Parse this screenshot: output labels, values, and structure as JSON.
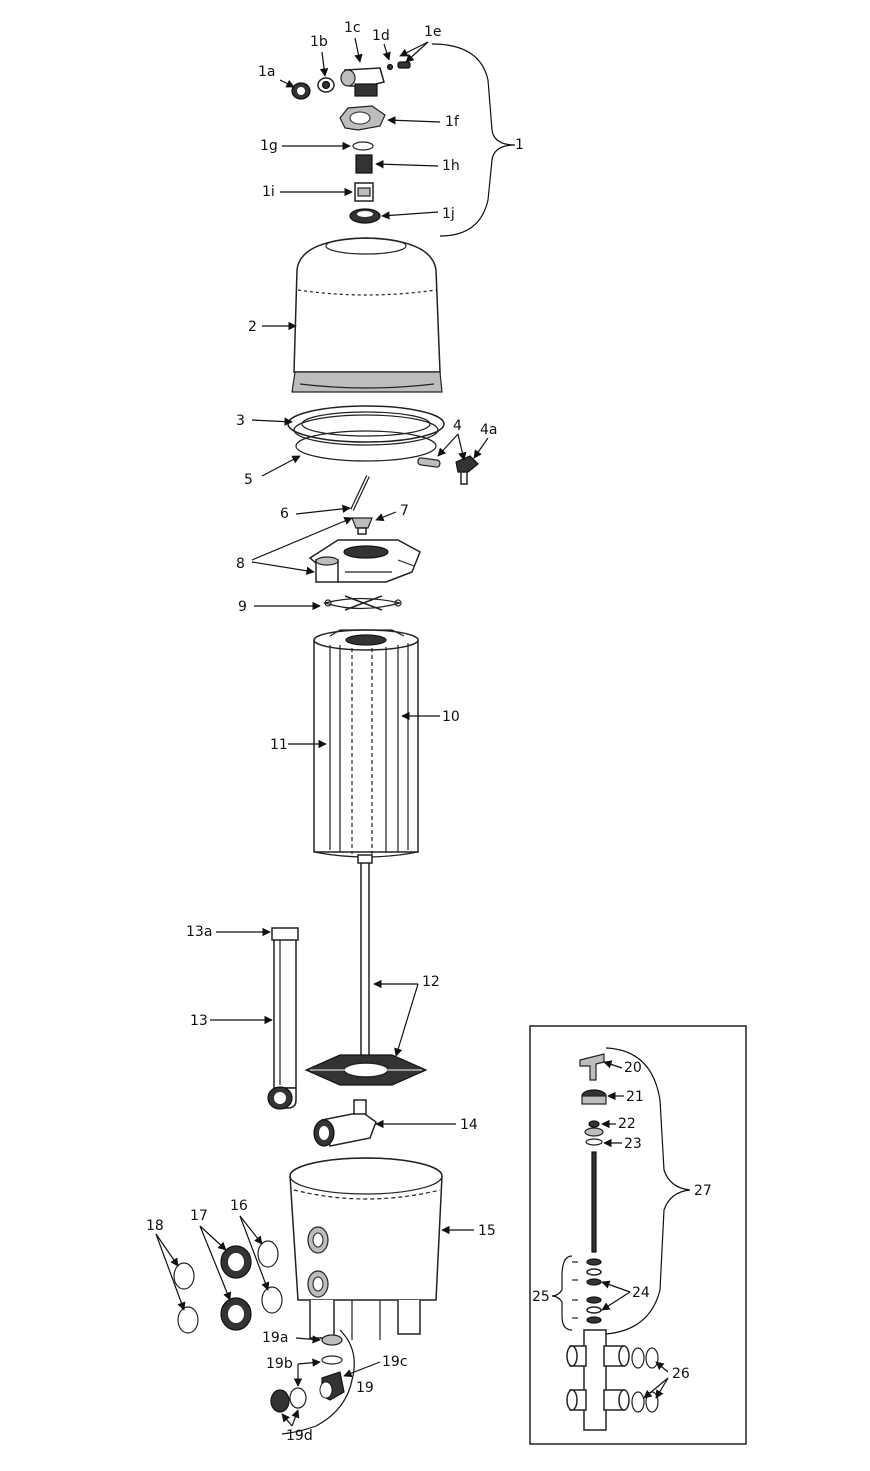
{
  "labels": {
    "l1": "1",
    "l1a": "1a",
    "l1b": "1b",
    "l1c": "1c",
    "l1d": "1d",
    "l1e": "1e",
    "l1f": "1f",
    "l1g": "1g",
    "l1h": "1h",
    "l1i": "1i",
    "l1j": "1j",
    "l2": "2",
    "l3": "3",
    "l4": "4",
    "l4a": "4a",
    "l5": "5",
    "l6": "6",
    "l7": "7",
    "l8": "8",
    "l9": "9",
    "l10": "10",
    "l11": "11",
    "l12": "12",
    "l13": "13",
    "l13a": "13a",
    "l14": "14",
    "l15": "15",
    "l16": "16",
    "l17": "17",
    "l18": "18",
    "l19": "19",
    "l19a": "19a",
    "l19b": "19b",
    "l19c": "19c",
    "l19d": "19d",
    "l20": "20",
    "l21": "21",
    "l22": "22",
    "l23": "23",
    "l24": "24",
    "l25": "25",
    "l26": "26",
    "l27": "27"
  },
  "colors": {
    "line": "#222222",
    "background": "#ffffff",
    "shade": "#bdbdbd"
  }
}
